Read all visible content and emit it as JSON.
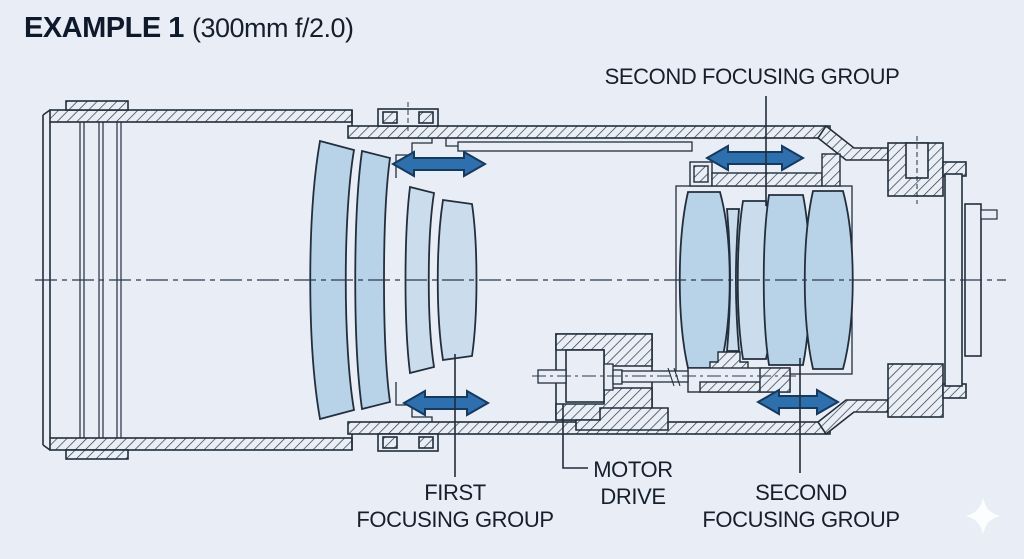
{
  "title": {
    "heading": "EXAMPLE 1",
    "spec": "(300mm f/2.0)"
  },
  "labels": {
    "second_focusing_group_top": "SECOND FOCUSING GROUP",
    "first_focusing_group": {
      "line1": "FIRST",
      "line2": "FOCUSING GROUP"
    },
    "motor_drive": {
      "line1": "MOTOR",
      "line2": "DRIVE"
    },
    "second_focusing_group_bottom": {
      "line1": "SECOND",
      "line2": "FOCUSING GROUP"
    }
  },
  "icons": {
    "sparkle": "four-pointed-star"
  },
  "colors": {
    "background": "#e9eef6",
    "line": "#222e3c",
    "lens_fill": "#b8d2e8",
    "lens_fill_light": "#cbdded",
    "arrow_fill": "#2e6fae",
    "arrow_outline": "#16395e",
    "text": "#161f2c",
    "title": "#0e1a2c"
  }
}
